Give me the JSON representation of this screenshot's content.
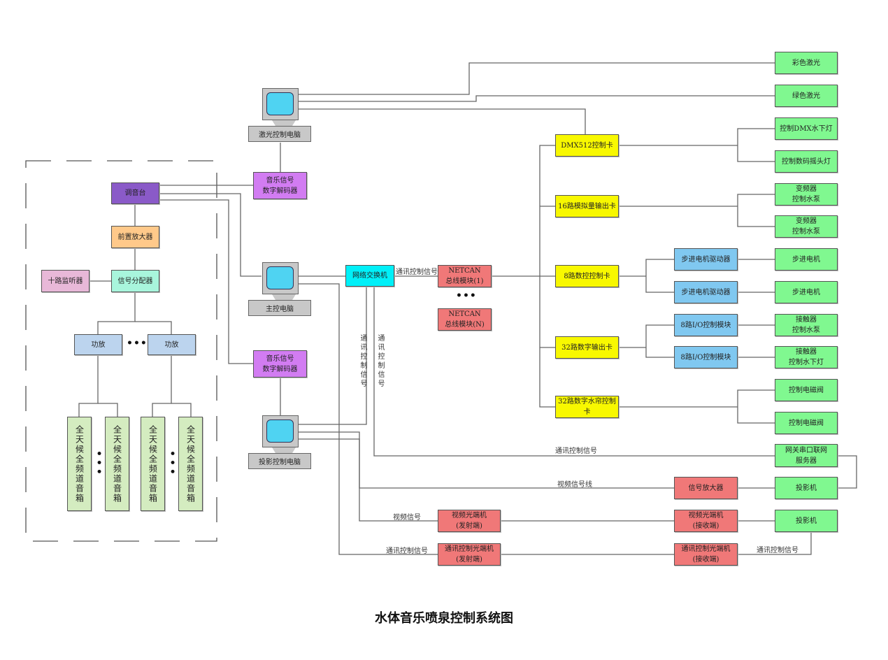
{
  "title": "水体音乐喷泉控制系统图",
  "colors": {
    "computer": "#c8c8c8",
    "screen": "#4fd3f2",
    "mixer": "#8a5ac8",
    "preamp": "#ffc98a",
    "distributor": "#a8f5dc",
    "monitor": "#e8b8d8",
    "amplifier": "#bcd4ee",
    "speaker": "#d4ecc0",
    "decoder": "#d27cf2",
    "switch": "#00f0f8",
    "netcan": "#f07878",
    "card": "#f8f800",
    "driver": "#80c8f0",
    "device": "#80f890"
  },
  "computers": {
    "laser_pc": "激光控制电脑",
    "main_pc": "主控电脑",
    "projection_pc": "投影控制电脑"
  },
  "audio": {
    "mixer": "调音台",
    "preamp": "前置放大器",
    "distributor": "信号分配器",
    "monitor": "十路监听器",
    "amp_1": "功放",
    "amp_2": "功放",
    "speaker": "全天候全频道音箱"
  },
  "decoders": {
    "top": "音乐信号\n数字解码器",
    "bottom": "音乐信号\n数字解码器"
  },
  "network": {
    "switch": "网络交换机",
    "netcan_1": "NETCAN\n总线模块(1)",
    "netcan_n": "NETCAN\n总线模块(N)"
  },
  "cards": [
    "DMX512控制卡",
    "16路模拟量输出卡",
    "8路数控控制卡",
    "32路数字输出卡",
    "32路数字水帘控制卡"
  ],
  "drivers": [
    "步进电机驱动器",
    "步进电机驱动器",
    "8路I/O控制模块",
    "8路I/O控制模块"
  ],
  "devices": [
    "彩色激光",
    "绿色激光",
    "控制DMX水下灯",
    "控制数码摇头灯",
    "变频器\n控制水泵",
    "变频器\n控制水泵",
    "步进电机",
    "步进电机",
    "接触器\n控制水泵",
    "接触器\n控制水下灯",
    "控制电磁阀",
    "控制电磁阀",
    "网关串口联网\n服务器",
    "投影机",
    "投影机"
  ],
  "projection": {
    "signal_amp": "信号放大器",
    "video_tx": "视频光端机\n(发射端)",
    "video_rx": "视频光端机\n(接收端)",
    "comm_tx": "通讯控制光端机\n(发射端)",
    "comm_rx": "通讯控制光端机\n(接收端)"
  },
  "labels": {
    "comm_signal": "通讯控制信号",
    "video_signal": "视频信号",
    "video_signal_line": "视频信号线",
    "ellipsis": "•••"
  }
}
